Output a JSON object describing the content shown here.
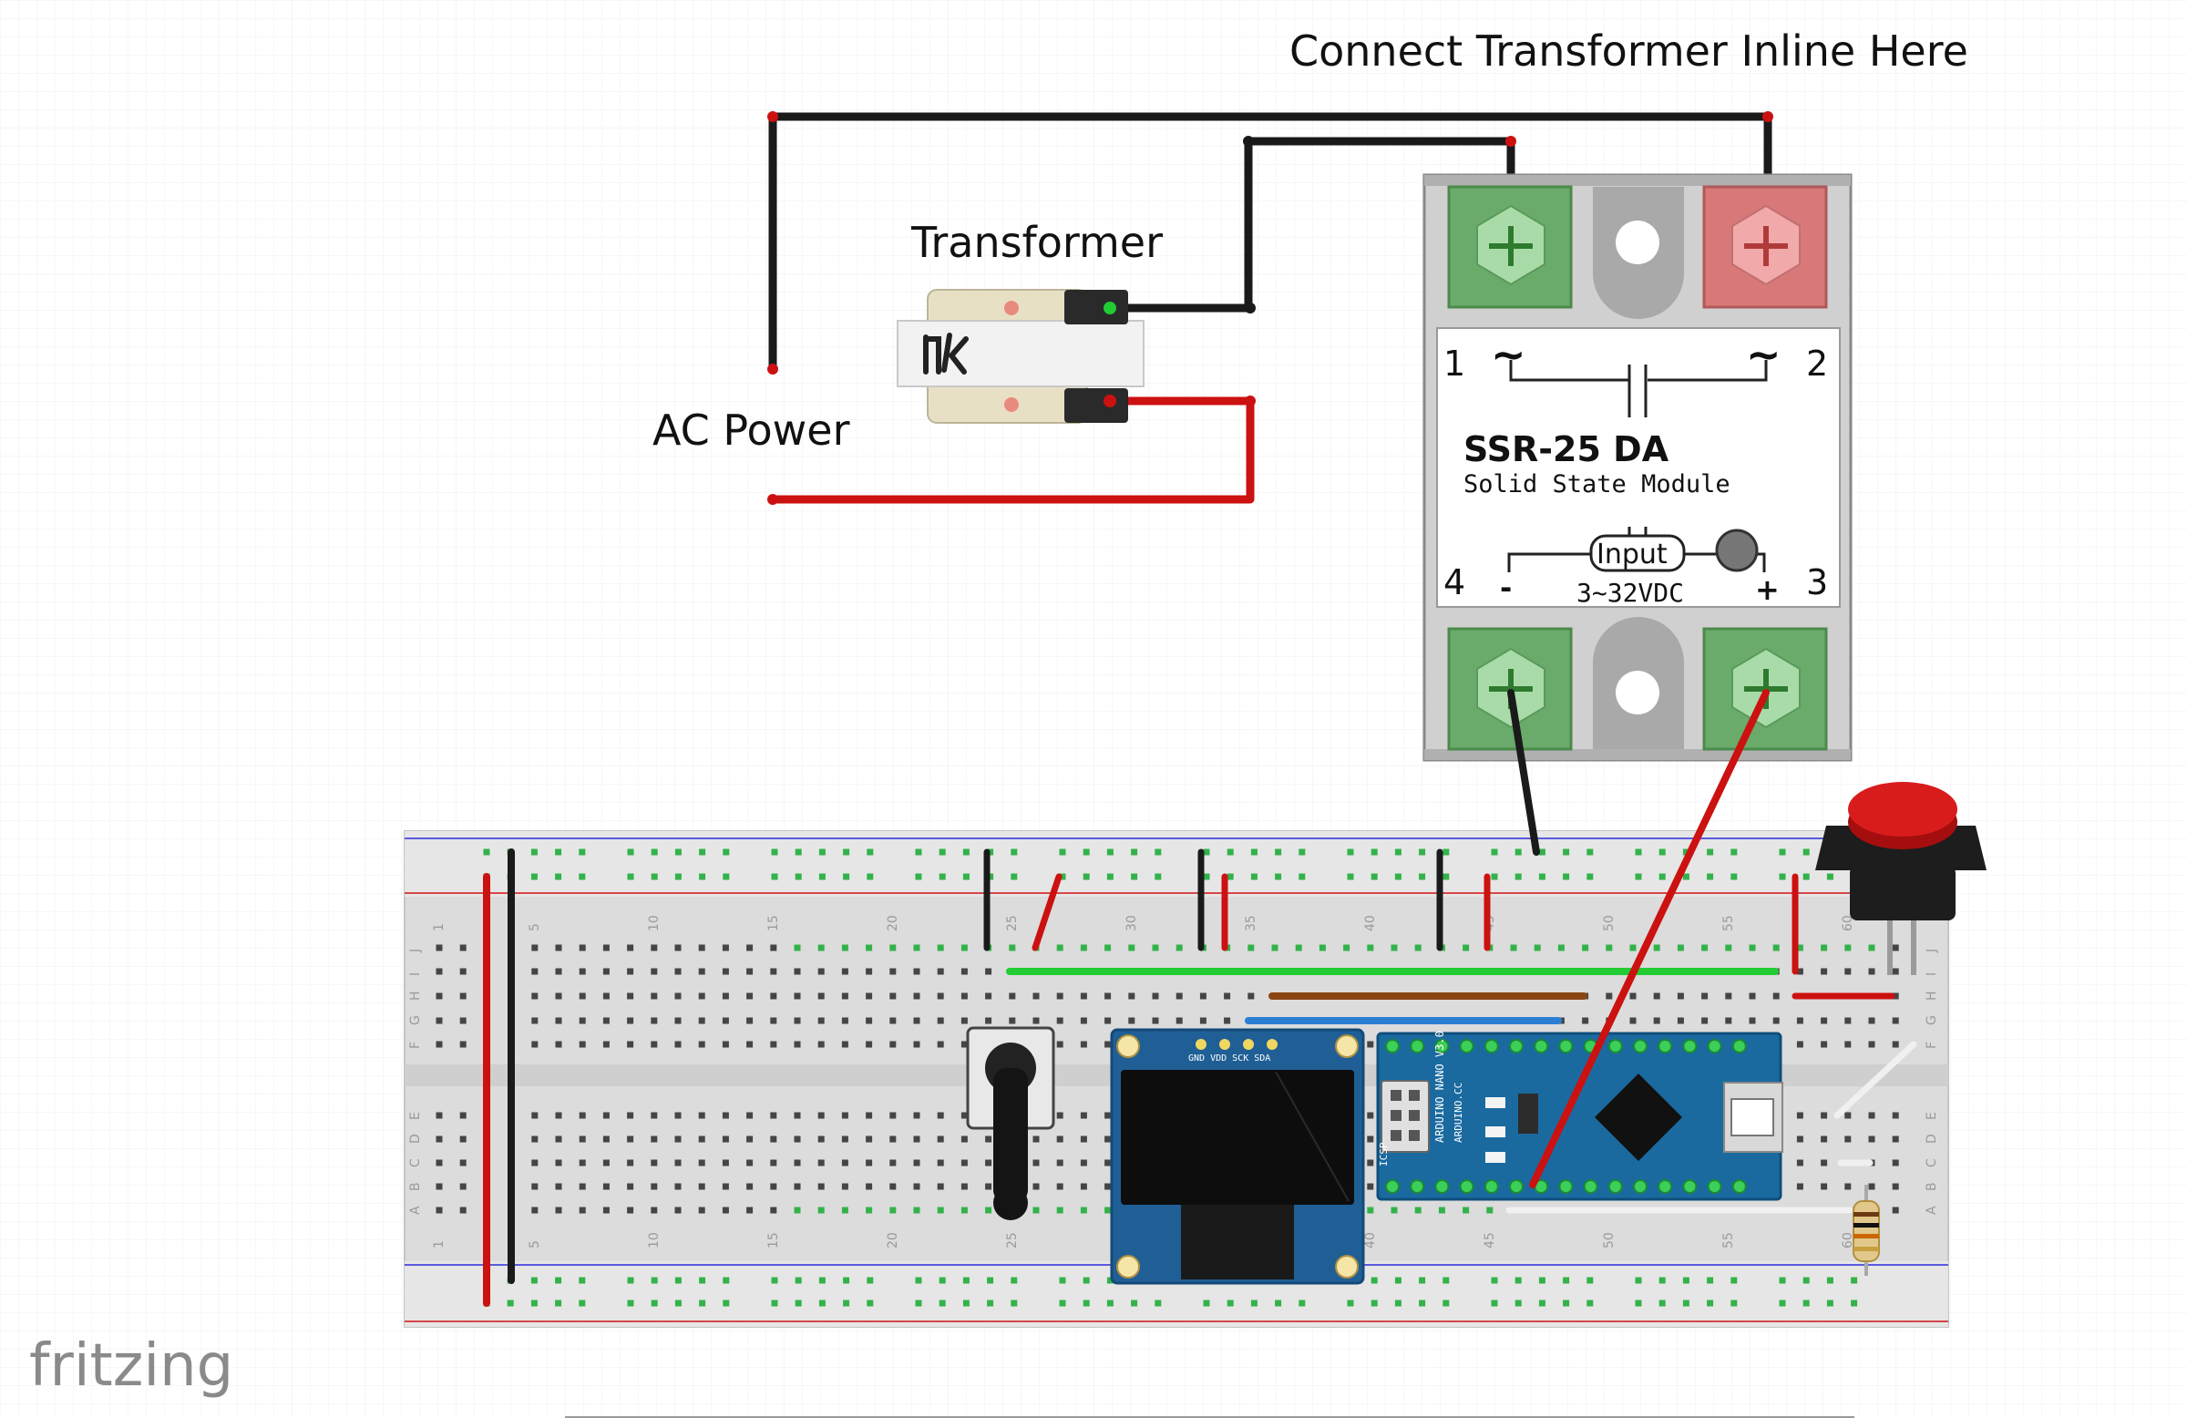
{
  "labels": {
    "connect": "Connect Transformer Inline Here",
    "transformer": "Transformer",
    "ac_power": "AC Power"
  },
  "ssr": {
    "pin1": "1",
    "pin2": "2",
    "pin3": "3",
    "pin4": "4",
    "tilde": "~",
    "model": "SSR-25 DA",
    "subtitle": "Solid State Module",
    "input": "Input",
    "voltage": "3~32VDC",
    "minus": "-",
    "plus": "+"
  },
  "breadboard": {
    "column_numbers": [
      "1",
      "5",
      "10",
      "15",
      "20",
      "25",
      "30",
      "35",
      "40",
      "45",
      "50",
      "55",
      "60"
    ],
    "row_letters_top": [
      "J",
      "I",
      "H",
      "G",
      "F"
    ],
    "row_letters_bottom": [
      "E",
      "D",
      "C",
      "B",
      "A"
    ]
  },
  "oled": {
    "pins": "GND VDD SCK SDA"
  },
  "arduino": {
    "name": "ARDUINO NANO V3.0",
    "brand": "ARDUINO.CC",
    "icsp": "ICSP"
  },
  "brand": {
    "logo": "fritzing"
  },
  "colors": {
    "wire_red": "#cc1111",
    "wire_black": "#1a1a1a",
    "wire_green": "#22cc33",
    "wire_brown": "#8b4513",
    "wire_blue": "#2a7fd4",
    "terminal_green": "#6aaa6a",
    "terminal_red": "#d87878",
    "board_blue": "#1a6aa0"
  }
}
